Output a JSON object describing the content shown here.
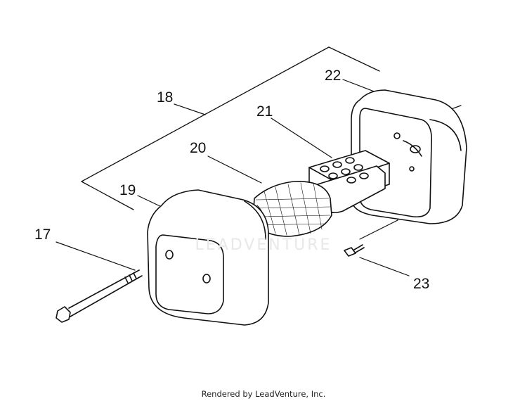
{
  "diagram": {
    "callouts": [
      {
        "id": "17",
        "label": "17"
      },
      {
        "id": "18",
        "label": "18"
      },
      {
        "id": "19",
        "label": "19"
      },
      {
        "id": "20",
        "label": "20"
      },
      {
        "id": "21",
        "label": "21"
      },
      {
        "id": "22",
        "label": "22"
      },
      {
        "id": "23",
        "label": "23"
      }
    ],
    "parts": [
      {
        "name": "bolt",
        "callout": "17"
      },
      {
        "name": "air-cleaner-assembly",
        "callout": "18"
      },
      {
        "name": "front-cover",
        "callout": "19"
      },
      {
        "name": "foam-filter-element",
        "callout": "20"
      },
      {
        "name": "element-holder",
        "callout": "21"
      },
      {
        "name": "rear-housing",
        "callout": "22"
      },
      {
        "name": "screw",
        "callout": "23"
      }
    ]
  },
  "watermark": {
    "text": "LEADVENTURE"
  },
  "footer": {
    "text": "Rendered by LeadVenture, Inc."
  }
}
